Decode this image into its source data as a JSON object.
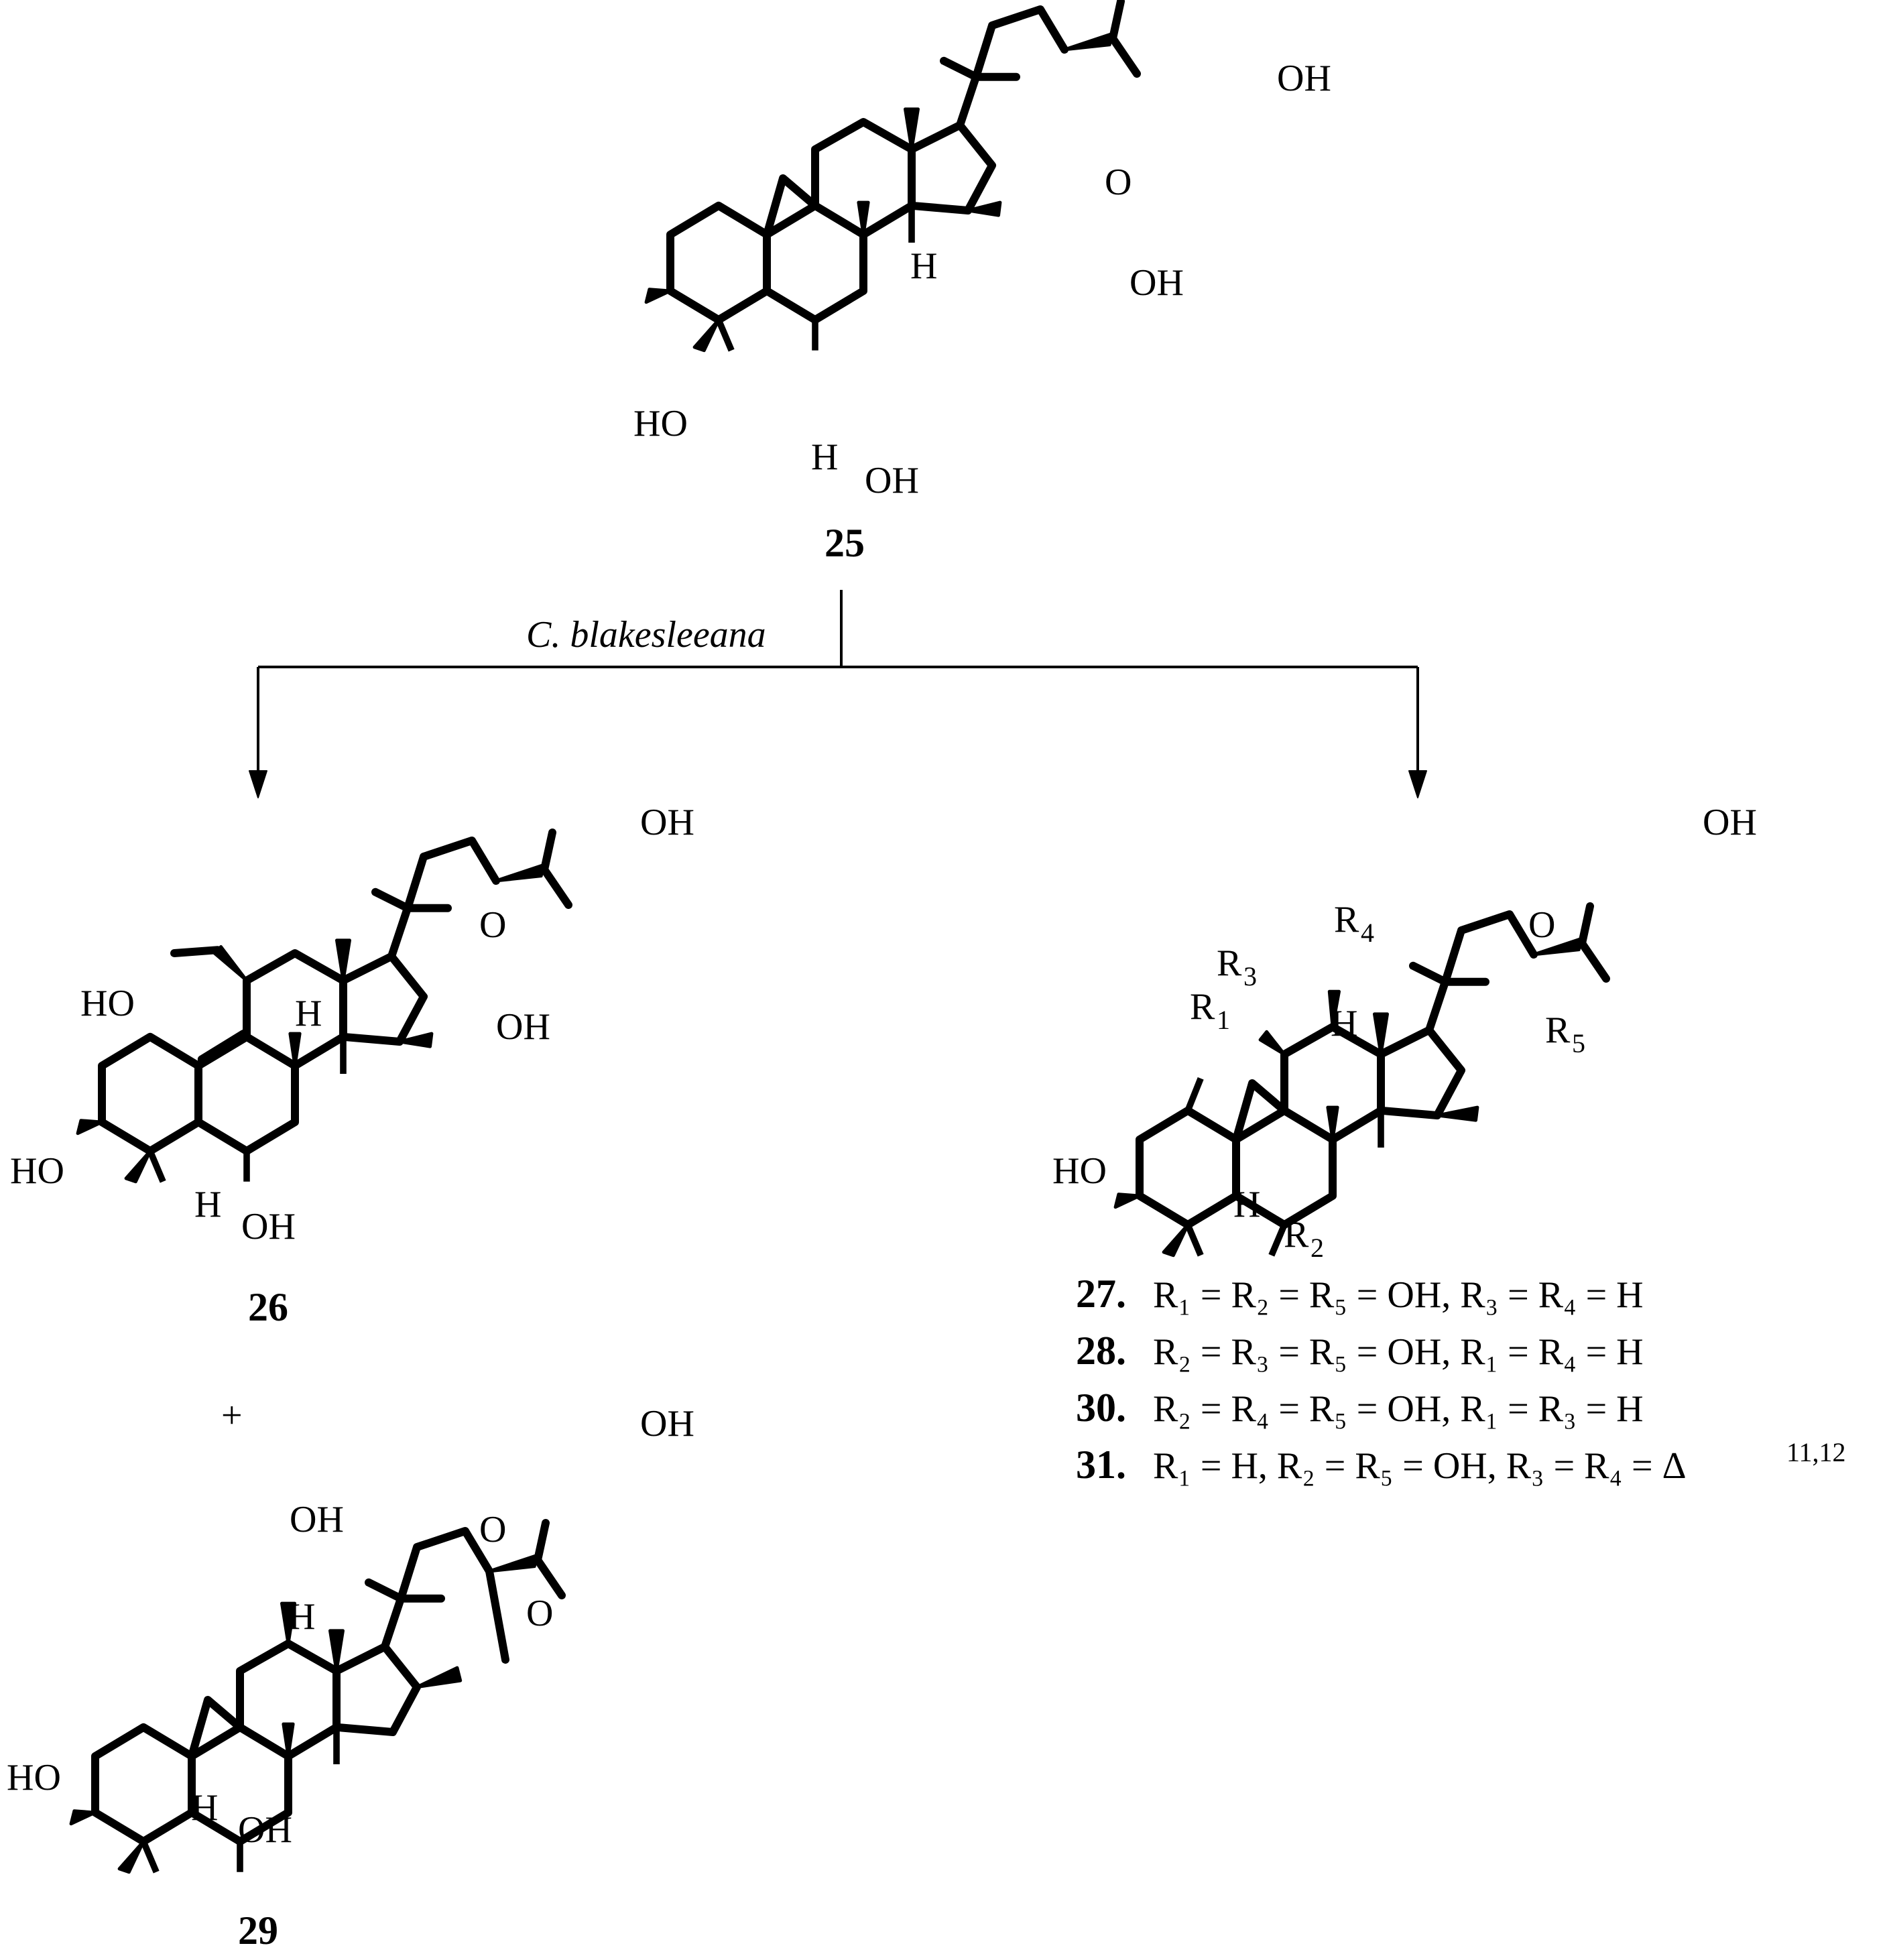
{
  "reaction": {
    "organism": "C. blakesleeana",
    "plus": "+"
  },
  "compounds": {
    "c25": "25",
    "c26": "26",
    "c29": "29"
  },
  "atom_labels": {
    "OH": "OH",
    "HO": "HO",
    "O": "O",
    "H": "H"
  },
  "r_groups": {
    "R": "R",
    "n1": "1",
    "n2": "2",
    "n3": "3",
    "n4": "4",
    "n5": "5"
  },
  "substitution_table": [
    {
      "id": "27.",
      "sub": "1",
      "line_pre": "R",
      "text": " = R₂ = R₅ = OH, R₃ = R₄ = H",
      "display": "R₁ = R₂ = R₅ = OH, R₃ = R₄ = H"
    },
    {
      "id": "28.",
      "display": "R₂ = R₃ = R₅ = OH, R₁ = R₄ = H"
    },
    {
      "id": "30.",
      "display": "R₂ = R₄ = R₅ = OH, R₁ = R₃ = H"
    },
    {
      "id": "31.",
      "display": "R₁ = H, R₂ = R₅ = OH, R₃ = R₄ = Δ",
      "superscript": "11,12"
    }
  ]
}
